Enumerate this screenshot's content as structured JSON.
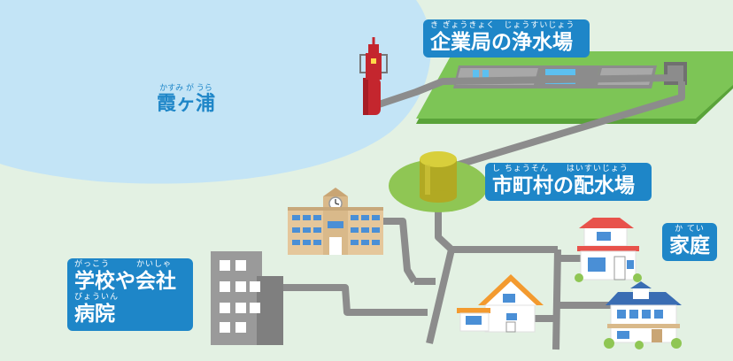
{
  "labels": {
    "lake": {
      "ruby": "かすみ が うら",
      "text": "霞ヶ浦"
    },
    "purification_plant": {
      "ruby": "き ぎょうきょく　じょうすいじょう",
      "text": "企業局の浄水場"
    },
    "distribution_plant": {
      "ruby": "し ちょうそん　　はいすいじょう",
      "text": "市町村の配水場"
    },
    "homes": {
      "ruby": "か てい",
      "text": "家庭"
    },
    "schools_ruby": "がっこう　　　かいしゃ",
    "schools": "学校や会社",
    "hospitals_ruby": "びょういん",
    "hospitals": "病院"
  },
  "colors": {
    "background": "#e3f1e3",
    "lake": "#c3e4f6",
    "label_bg": "#1e86c8",
    "pipe": "#8c8c8c",
    "plant_field": "#5aa33a",
    "tank": "#c4b82a",
    "intake_tower": "#c4262e"
  },
  "icons": [
    "intake-tower-icon",
    "purification-plant-icon",
    "water-tank-icon",
    "school-building-icon",
    "office-building-icon",
    "house-icon"
  ]
}
